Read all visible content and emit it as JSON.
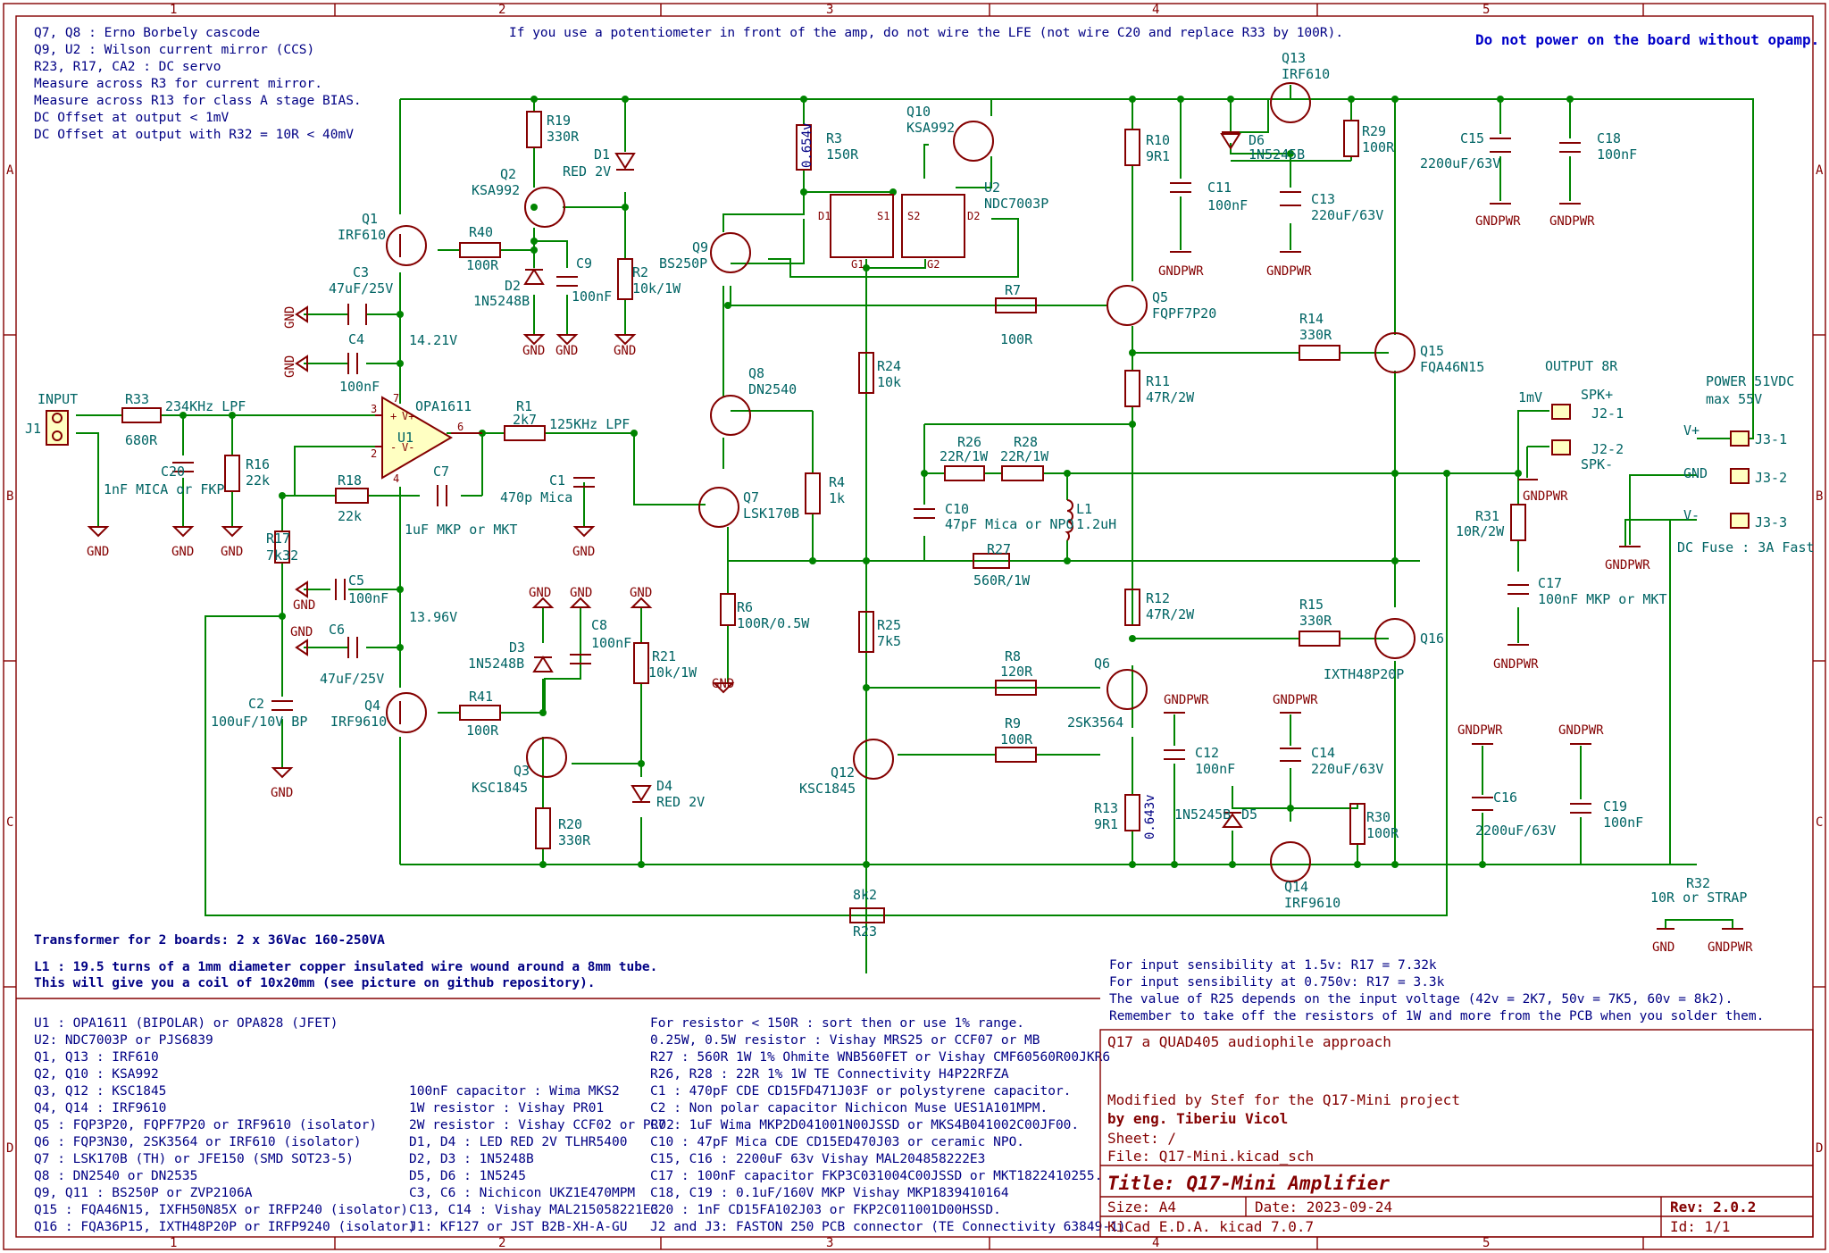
{
  "sheet": {
    "zones_top": [
      "1",
      "2",
      "3",
      "4",
      "5"
    ],
    "zones_side": [
      "A",
      "B",
      "C",
      "D"
    ]
  },
  "notes": {
    "top_left": [
      "Q7, Q8 : Erno Borbely cascode",
      "Q9, U2 : Wilson current mirror (CCS)",
      "R23, R17, CA2 : DC servo",
      "Measure across R3 for current mirror.",
      "Measure across R13 for class A stage BIAS.",
      "DC Offset at output < 1mV",
      "DC Offset at output with R32 = 10R < 40mV"
    ],
    "top_center": "If you use a potentiometer in front of the amp, do not wire the LFE (not wire C20 and replace R33 by 100R).",
    "warning": "Do not power on the board without opamp.",
    "transformer": "Transformer for 2 boards: 2 x 36Vac 160-250VA",
    "l1_lines": [
      "L1 : 19.5 turns of a 1mm diameter copper insulated wire wound around a 8mm tube.",
      "This will give you a coil of 10x20mm (see picture on github repository)."
    ],
    "sensitivity": [
      "For input sensibility at 1.5v: R17 = 7.32k",
      "For input sensibility at 0.750v: R17 = 3.3k",
      "The value of R25 depends on the input voltage (42v = 2K7, 50v = 7K5, 60v = 8k2).",
      "Remember to take off the resistors of 1W and more from the PCB when you solder them."
    ],
    "bom_col1": [
      "U1 : OPA1611 (BIPOLAR) or OPA828 (JFET)",
      "U2: NDC7003P or PJS6839",
      "Q1, Q13 : IRF610",
      "Q2, Q10 : KSA992",
      "Q3, Q12 : KSC1845",
      "Q4, Q14 : IRF9610",
      "Q5 : FQP3P20, FQPF7P20 or IRF9610 (isolator)",
      "Q6 : FQP3N30, 2SK3564 or IRF610 (isolator)",
      "Q7 : LSK170B (TH) or JFE150 (SMD SOT23-5)",
      "Q8 : DN2540 or DN2535",
      "Q9, Q11 : BS250P or ZVP2106A",
      "Q15 : FQA46N15, IXFH50N85X or IRFP240 (isolator)",
      "Q16 : FQA36P15, IXTH48P20P or IRFP9240 (isolator)"
    ],
    "bom_col2": [
      "100nF capacitor : Wima MKS2",
      "1W resistor : Vishay PR01",
      "2W resistor : Vishay CCF02 or PR02",
      "D1, D4 : LED RED 2V TLHR5400",
      "D2, D3 : 1N5248B",
      "D5, D6 : 1N5245",
      "C3, C6 : Nichicon UKZ1E470MPM",
      "C13, C14 : Vishay MAL215058221E3",
      "J1: KF127 or JST B2B-XH-A-GU"
    ],
    "bom_col3": [
      "For resistor < 150R : sort then or use 1% range.",
      "0.25W, 0.5W resistor : Vishay MRS25 or CCF07 or MB",
      "R27 : 560R 1W 1% Ohmite WNB560FET or Vishay CMF60560R00JKR6",
      "R26, R28 : 22R 1% 1W TE Connectivity H4P22RFZA",
      "C1 : 470pF CDE CD15FD471J03F or polystyrene capacitor.",
      "C2 : Non polar capacitor Nichicon Muse UES1A101MPM.",
      "C7 : 1uF Wima MKP2D041001N00JSSD or MKS4B041002C00JF00.",
      "C10 : 47pF Mica CDE CD15ED470J03 or ceramic NPO.",
      "C15, C16 : 2200uF 63v Vishay MAL204858222E3",
      "C17 : 100nF capacitor FKP3C031004C00JSSD or MKT1822410255.",
      "C18, C19 : 0.1uF/160V MKP Vishay MKP1839410164",
      "C20 : 1nF CD15FA102J03 or FKP2C011001D00HSSD.",
      "J2 and J3: FASTON 250 PCB connector (TE Connectivity 63849-1)"
    ]
  },
  "title_block": {
    "subtitle": "Q17 a QUAD405 audiophile approach",
    "modified": "Modified by Stef for the Q17-Mini project",
    "author": "by eng. Tiberiu Vicol",
    "sheet": "Sheet: /",
    "file": "File: Q17-Mini.kicad_sch",
    "title": "Title: Q17-Mini Amplifier",
    "size": "Size: A4",
    "date": "Date: 2023-09-24",
    "rev": "Rev: 2.0.2",
    "tool": "KiCad E.D.A.  kicad 7.0.7",
    "id": "Id: 1/1"
  },
  "labels": {
    "input": "INPUT",
    "j1": "J1",
    "lpf1": "234KHz LPF",
    "lpf2": "125KHz LPF",
    "v1": "14.21V",
    "v2": "13.96V",
    "v3": "0.654v",
    "v4": "0.643v",
    "mv": "1mV",
    "output": "OUTPUT 8R",
    "spkp": "SPK+",
    "spkm": "SPK-",
    "power": "POWER 51VDC",
    "powmax": "max 55V",
    "vp": "V+",
    "gnd": "GND",
    "vm": "V-",
    "fuse": "DC Fuse : 3A Fast",
    "j21": "J2-1",
    "j22": "J2-2",
    "j31": "J3-1",
    "j32": "J3-2",
    "j33": "J3-3",
    "opamp": "OPA1611",
    "u1": "U1"
  },
  "components": [
    {
      "ref": "R33",
      "val": "680R"
    },
    {
      "ref": "C20",
      "val": "1nF MICA or FKP"
    },
    {
      "ref": "R16",
      "val": "22k"
    },
    {
      "ref": "R17",
      "val": "7k32"
    },
    {
      "ref": "R18",
      "val": "22k"
    },
    {
      "ref": "C7",
      "val": "1uF MKP or MKT"
    },
    {
      "ref": "R1",
      "val": "2k7"
    },
    {
      "ref": "C1",
      "val": "470p Mica"
    },
    {
      "ref": "C2",
      "val": "100uF/10V BP"
    },
    {
      "ref": "C3",
      "val": "47uF/25V"
    },
    {
      "ref": "C4",
      "val": "100nF"
    },
    {
      "ref": "C5",
      "val": "100nF"
    },
    {
      "ref": "C6",
      "val": "47uF/25V"
    },
    {
      "ref": "Q1",
      "val": "IRF610"
    },
    {
      "ref": "Q4",
      "val": "IRF9610"
    },
    {
      "ref": "R40",
      "val": "100R"
    },
    {
      "ref": "R41",
      "val": "100R"
    },
    {
      "ref": "R19",
      "val": "330R"
    },
    {
      "ref": "Q2",
      "val": "KSA992"
    },
    {
      "ref": "D2",
      "val": "1N5248B"
    },
    {
      "ref": "C9",
      "val": "100nF"
    },
    {
      "ref": "D1",
      "val": "RED 2V"
    },
    {
      "ref": "R2",
      "val": "10k/1W"
    },
    {
      "ref": "D3",
      "val": "1N5248B"
    },
    {
      "ref": "C8",
      "val": "100nF"
    },
    {
      "ref": "R21",
      "val": "10k/1W"
    },
    {
      "ref": "Q3",
      "val": "KSC1845"
    },
    {
      "ref": "R20",
      "val": "330R"
    },
    {
      "ref": "D4",
      "val": "RED 2V"
    },
    {
      "ref": "R3",
      "val": "150R"
    },
    {
      "ref": "Q10",
      "val": "KSA992"
    },
    {
      "ref": "U2",
      "val": "NDC7003P"
    },
    {
      "ref": "Q9",
      "val": "BS250P"
    },
    {
      "ref": "Q8",
      "val": "DN2540"
    },
    {
      "ref": "Q7",
      "val": "LSK170B"
    },
    {
      "ref": "R4",
      "val": "1k"
    },
    {
      "ref": "R6",
      "val": "100R/0.5W"
    },
    {
      "ref": "R24",
      "val": "10k"
    },
    {
      "ref": "R25",
      "val": "7k5"
    },
    {
      "ref": "Q12",
      "val": "KSC1845"
    },
    {
      "ref": "R7",
      "val": "100R"
    },
    {
      "ref": "Q5",
      "val": "FQPF7P20"
    },
    {
      "ref": "R8",
      "val": "120R"
    },
    {
      "ref": "R9",
      "val": "100R"
    },
    {
      "ref": "Q6",
      "val": "2SK3564"
    },
    {
      "ref": "R26",
      "val": "22R/1W"
    },
    {
      "ref": "R28",
      "val": "22R/1W"
    },
    {
      "ref": "C10",
      "val": "47pF Mica or NPO"
    },
    {
      "ref": "L1",
      "val": "1.2uH"
    },
    {
      "ref": "R27",
      "val": "560R/1W"
    },
    {
      "ref": "R10",
      "val": "9R1"
    },
    {
      "ref": "R11",
      "val": "47R/2W"
    },
    {
      "ref": "R12",
      "val": "47R/2W"
    },
    {
      "ref": "R13",
      "val": "9R1"
    },
    {
      "ref": "Q13",
      "val": "IRF610"
    },
    {
      "ref": "D6",
      "val": "1N5245B"
    },
    {
      "ref": "R29",
      "val": "100R"
    },
    {
      "ref": "C11",
      "val": "100nF"
    },
    {
      "ref": "C13",
      "val": "220uF/63V"
    },
    {
      "ref": "R14",
      "val": "330R"
    },
    {
      "ref": "Q15",
      "val": "FQA46N15"
    },
    {
      "ref": "R15",
      "val": "330R"
    },
    {
      "ref": "Q16",
      "val": "IXTH48P20P"
    },
    {
      "ref": "C12",
      "val": "100nF"
    },
    {
      "ref": "C14",
      "val": "220uF/63V"
    },
    {
      "ref": "D5",
      "val": "1N5245B"
    },
    {
      "ref": "R30",
      "val": "100R"
    },
    {
      "ref": "Q14",
      "val": "IRF9610"
    },
    {
      "ref": "C15",
      "val": "2200uF/63V"
    },
    {
      "ref": "C18",
      "val": "100nF"
    },
    {
      "ref": "C16",
      "val": "2200uF/63V"
    },
    {
      "ref": "C19",
      "val": "100nF"
    },
    {
      "ref": "R31",
      "val": "10R/2W"
    },
    {
      "ref": "C17",
      "val": "100nF MKP or MKT"
    },
    {
      "ref": "R23",
      "val": "8k2"
    },
    {
      "ref": "R32",
      "val": "10R or STRAP"
    }
  ]
}
